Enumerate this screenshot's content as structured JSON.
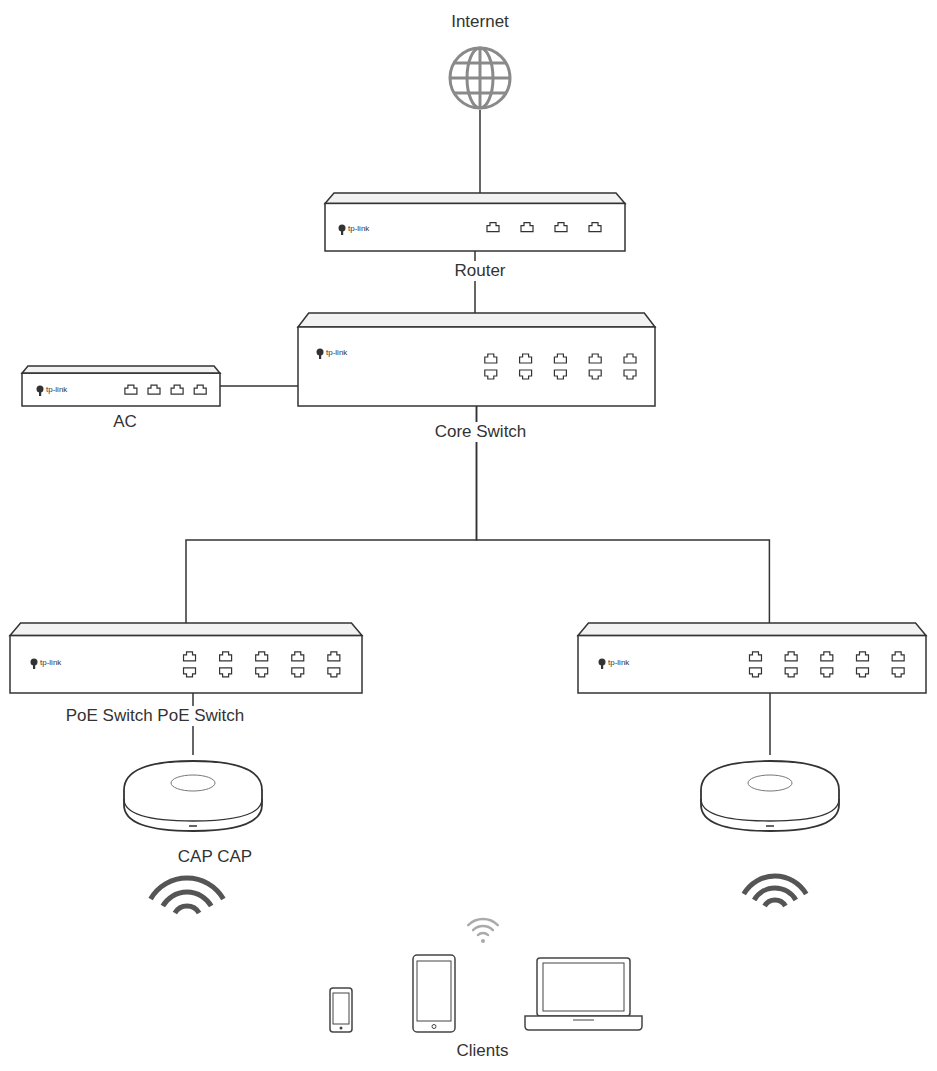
{
  "diagram": {
    "nodes": [
      {
        "text": [
          "Internet"
        ]
      },
      {
        "text": [
          "Router"
        ]
      },
      {
        "text": [
          "AC"
        ]
      },
      {
        "text": [
          "Core Switch"
        ]
      },
      {
        "text": [
          "PoE Switch PoE Switch"
        ]
      },
      {
        "text": []
      },
      {
        "text": [
          "CAP CAP"
        ]
      },
      {
        "text": []
      },
      {
        "text": [
          "Clients"
        ]
      }
    ],
    "edges": [
      {
        "from": 0,
        "to": 1,
        "arrow": "none"
      },
      {
        "from": 1,
        "to": 3,
        "arrow": "none"
      },
      {
        "from": 2,
        "to": 3,
        "arrow": "none"
      },
      {
        "from": 3,
        "to": 4,
        "arrow": "none"
      },
      {
        "from": 3,
        "to": 5,
        "arrow": "none"
      },
      {
        "from": 4,
        "to": 6,
        "arrow": "none"
      },
      {
        "from": 5,
        "to": 7,
        "arrow": "none"
      }
    ],
    "labels": [
      "tp-link",
      "tp-link",
      "tp-link",
      "tp-link",
      "tp-link"
    ]
  }
}
